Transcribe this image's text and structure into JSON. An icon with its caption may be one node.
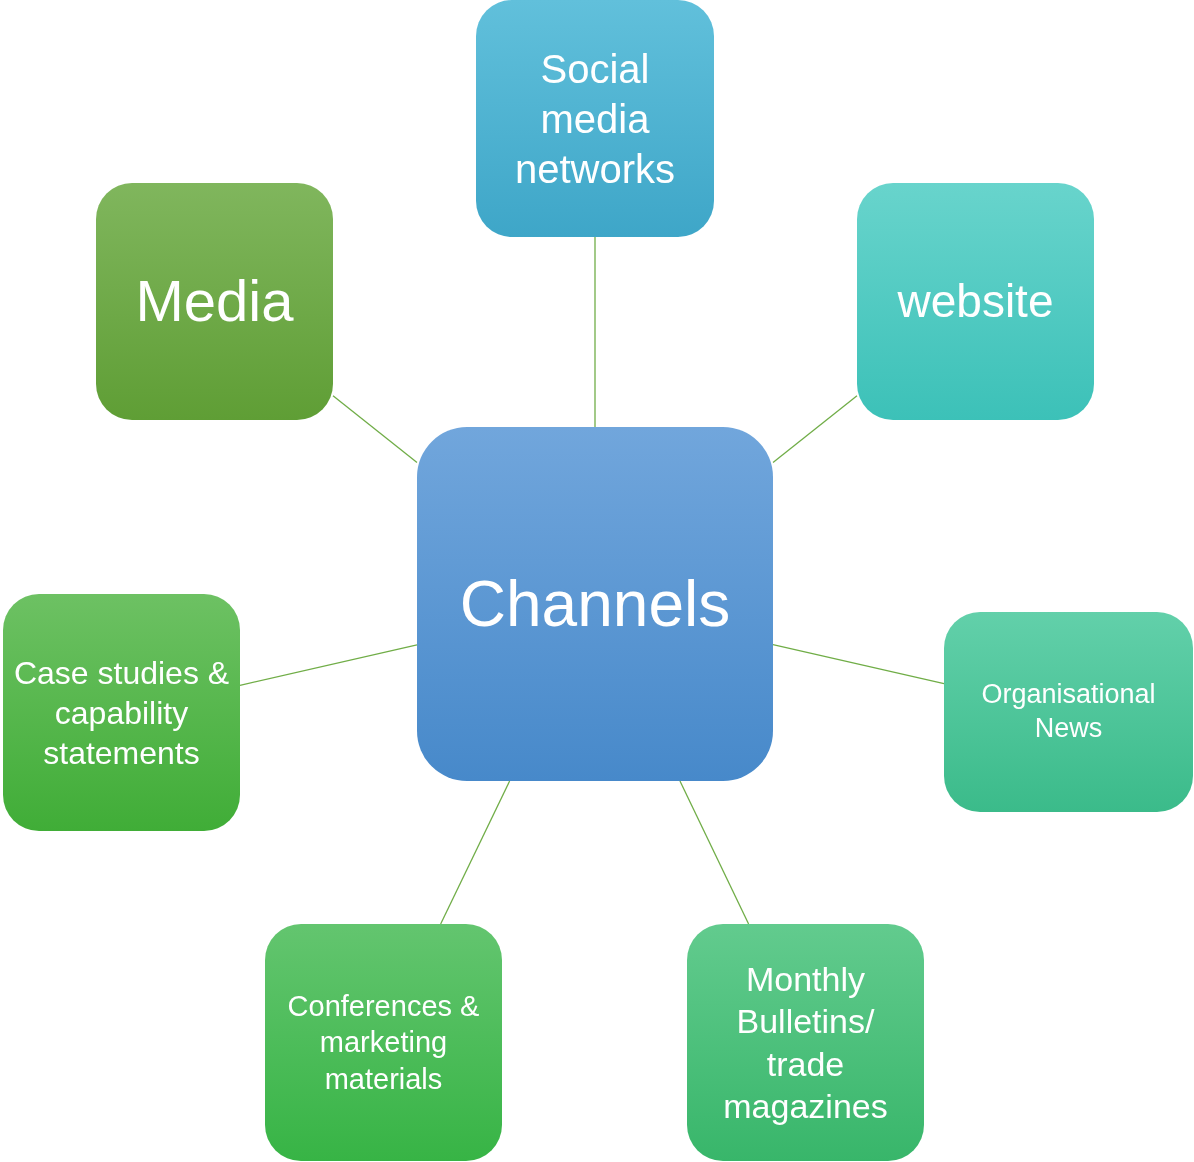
{
  "diagram": {
    "nodes": [
      {
        "text": [
          "Channels"
        ]
      },
      {
        "text": [
          "Social media networks"
        ]
      },
      {
        "text": [
          "website"
        ]
      },
      {
        "text": [
          "Organisational News"
        ]
      },
      {
        "text": [
          "Monthly Bulletins/ trade magazines"
        ]
      },
      {
        "text": [
          "Conferences & marketing materials"
        ]
      },
      {
        "text": [
          "Case studies & capability statements"
        ]
      },
      {
        "text": [
          "Media"
        ]
      }
    ],
    "edges": [
      {
        "from": 0,
        "to": 1,
        "arrow": "none"
      },
      {
        "from": 0,
        "to": 2,
        "arrow": "none"
      },
      {
        "from": 0,
        "to": 3,
        "arrow": "none"
      },
      {
        "from": 0,
        "to": 4,
        "arrow": "none"
      },
      {
        "from": 0,
        "to": 5,
        "arrow": "none"
      },
      {
        "from": 0,
        "to": 6,
        "arrow": "none"
      },
      {
        "from": 0,
        "to": 7,
        "arrow": "none"
      }
    ]
  }
}
